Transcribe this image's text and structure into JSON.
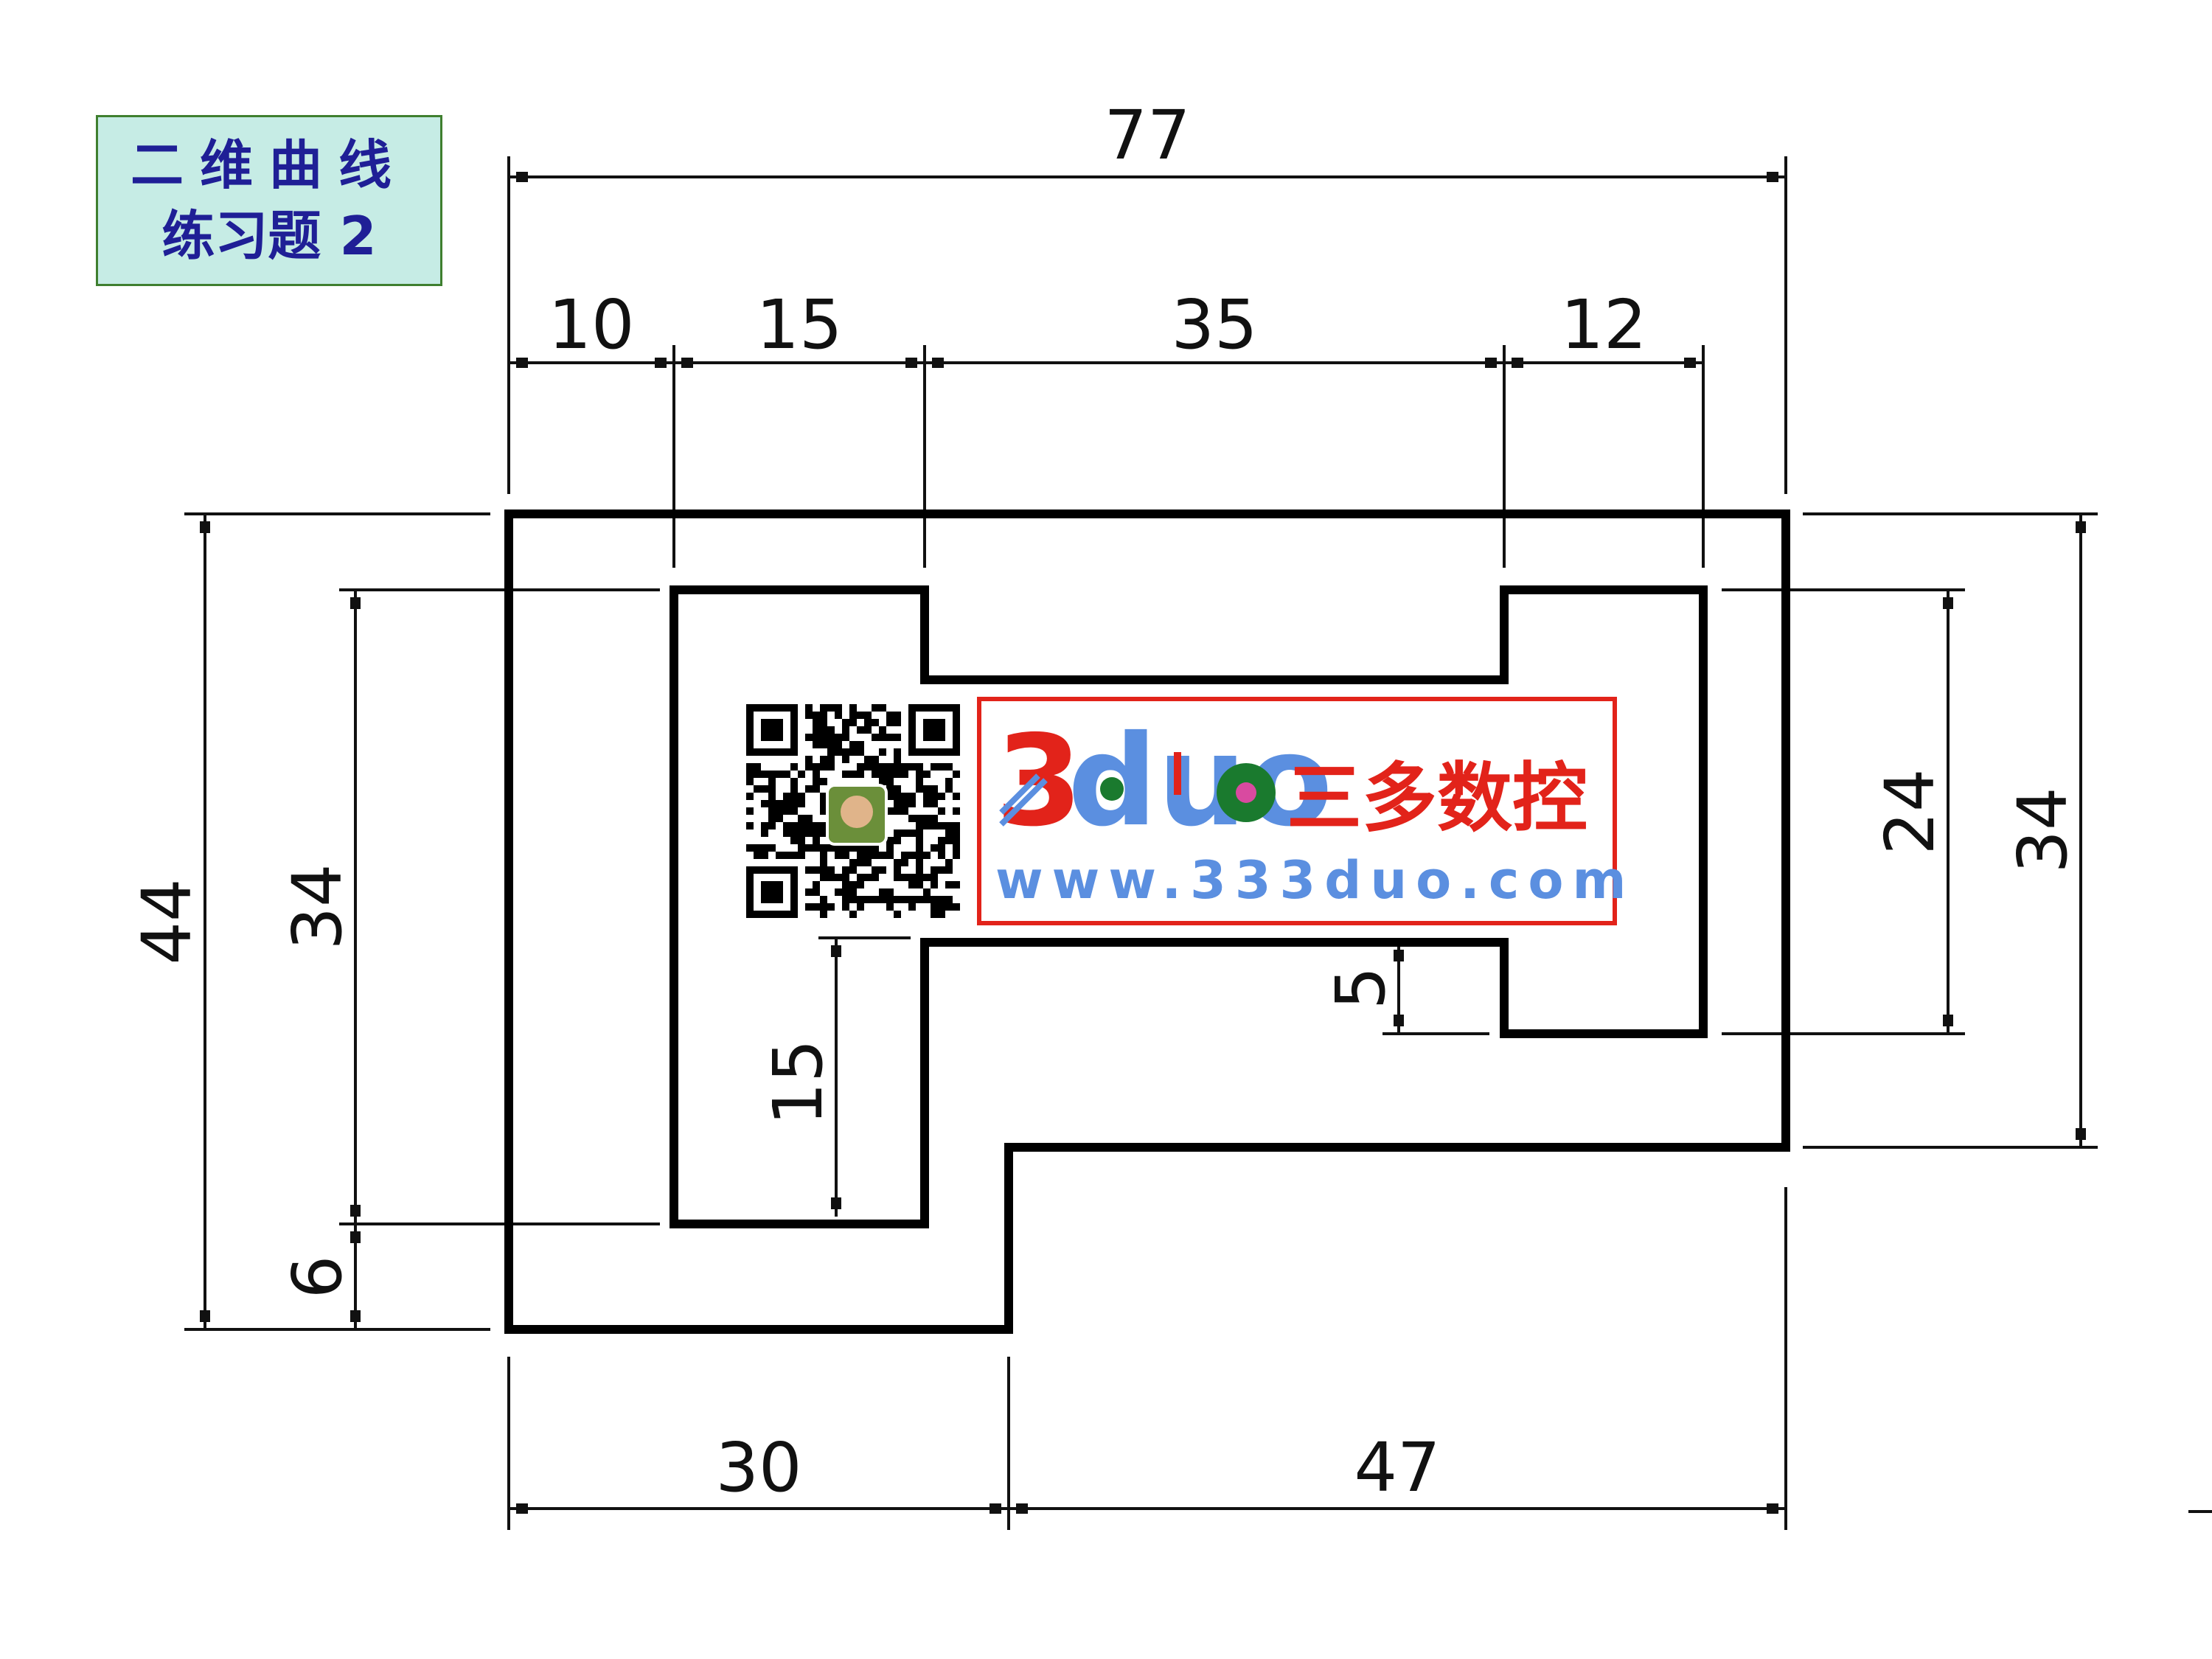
{
  "title": {
    "line1": "二维曲线",
    "line2": "练习题 2"
  },
  "dimensions": {
    "top_total": "77",
    "top_segments": [
      "10",
      "15",
      "35",
      "12"
    ],
    "bottom_segments": [
      "30",
      "47"
    ],
    "left_outer": "44",
    "left_inner": "34",
    "left_bottom": "6",
    "inner_slot": "15",
    "step": "5",
    "right_inner": "24",
    "right_outer": "34"
  },
  "logo": {
    "brand_3": "3",
    "brand_duo": "duo",
    "brand_cn": "三多数控",
    "url": "www.333duo.com"
  },
  "colors": {
    "title_bg": "#c6ece5",
    "title_text": "#1f1f96",
    "logo_red": "#e2231a",
    "logo_blue": "#5b8fe0",
    "logo_green": "#1a7a2e"
  }
}
